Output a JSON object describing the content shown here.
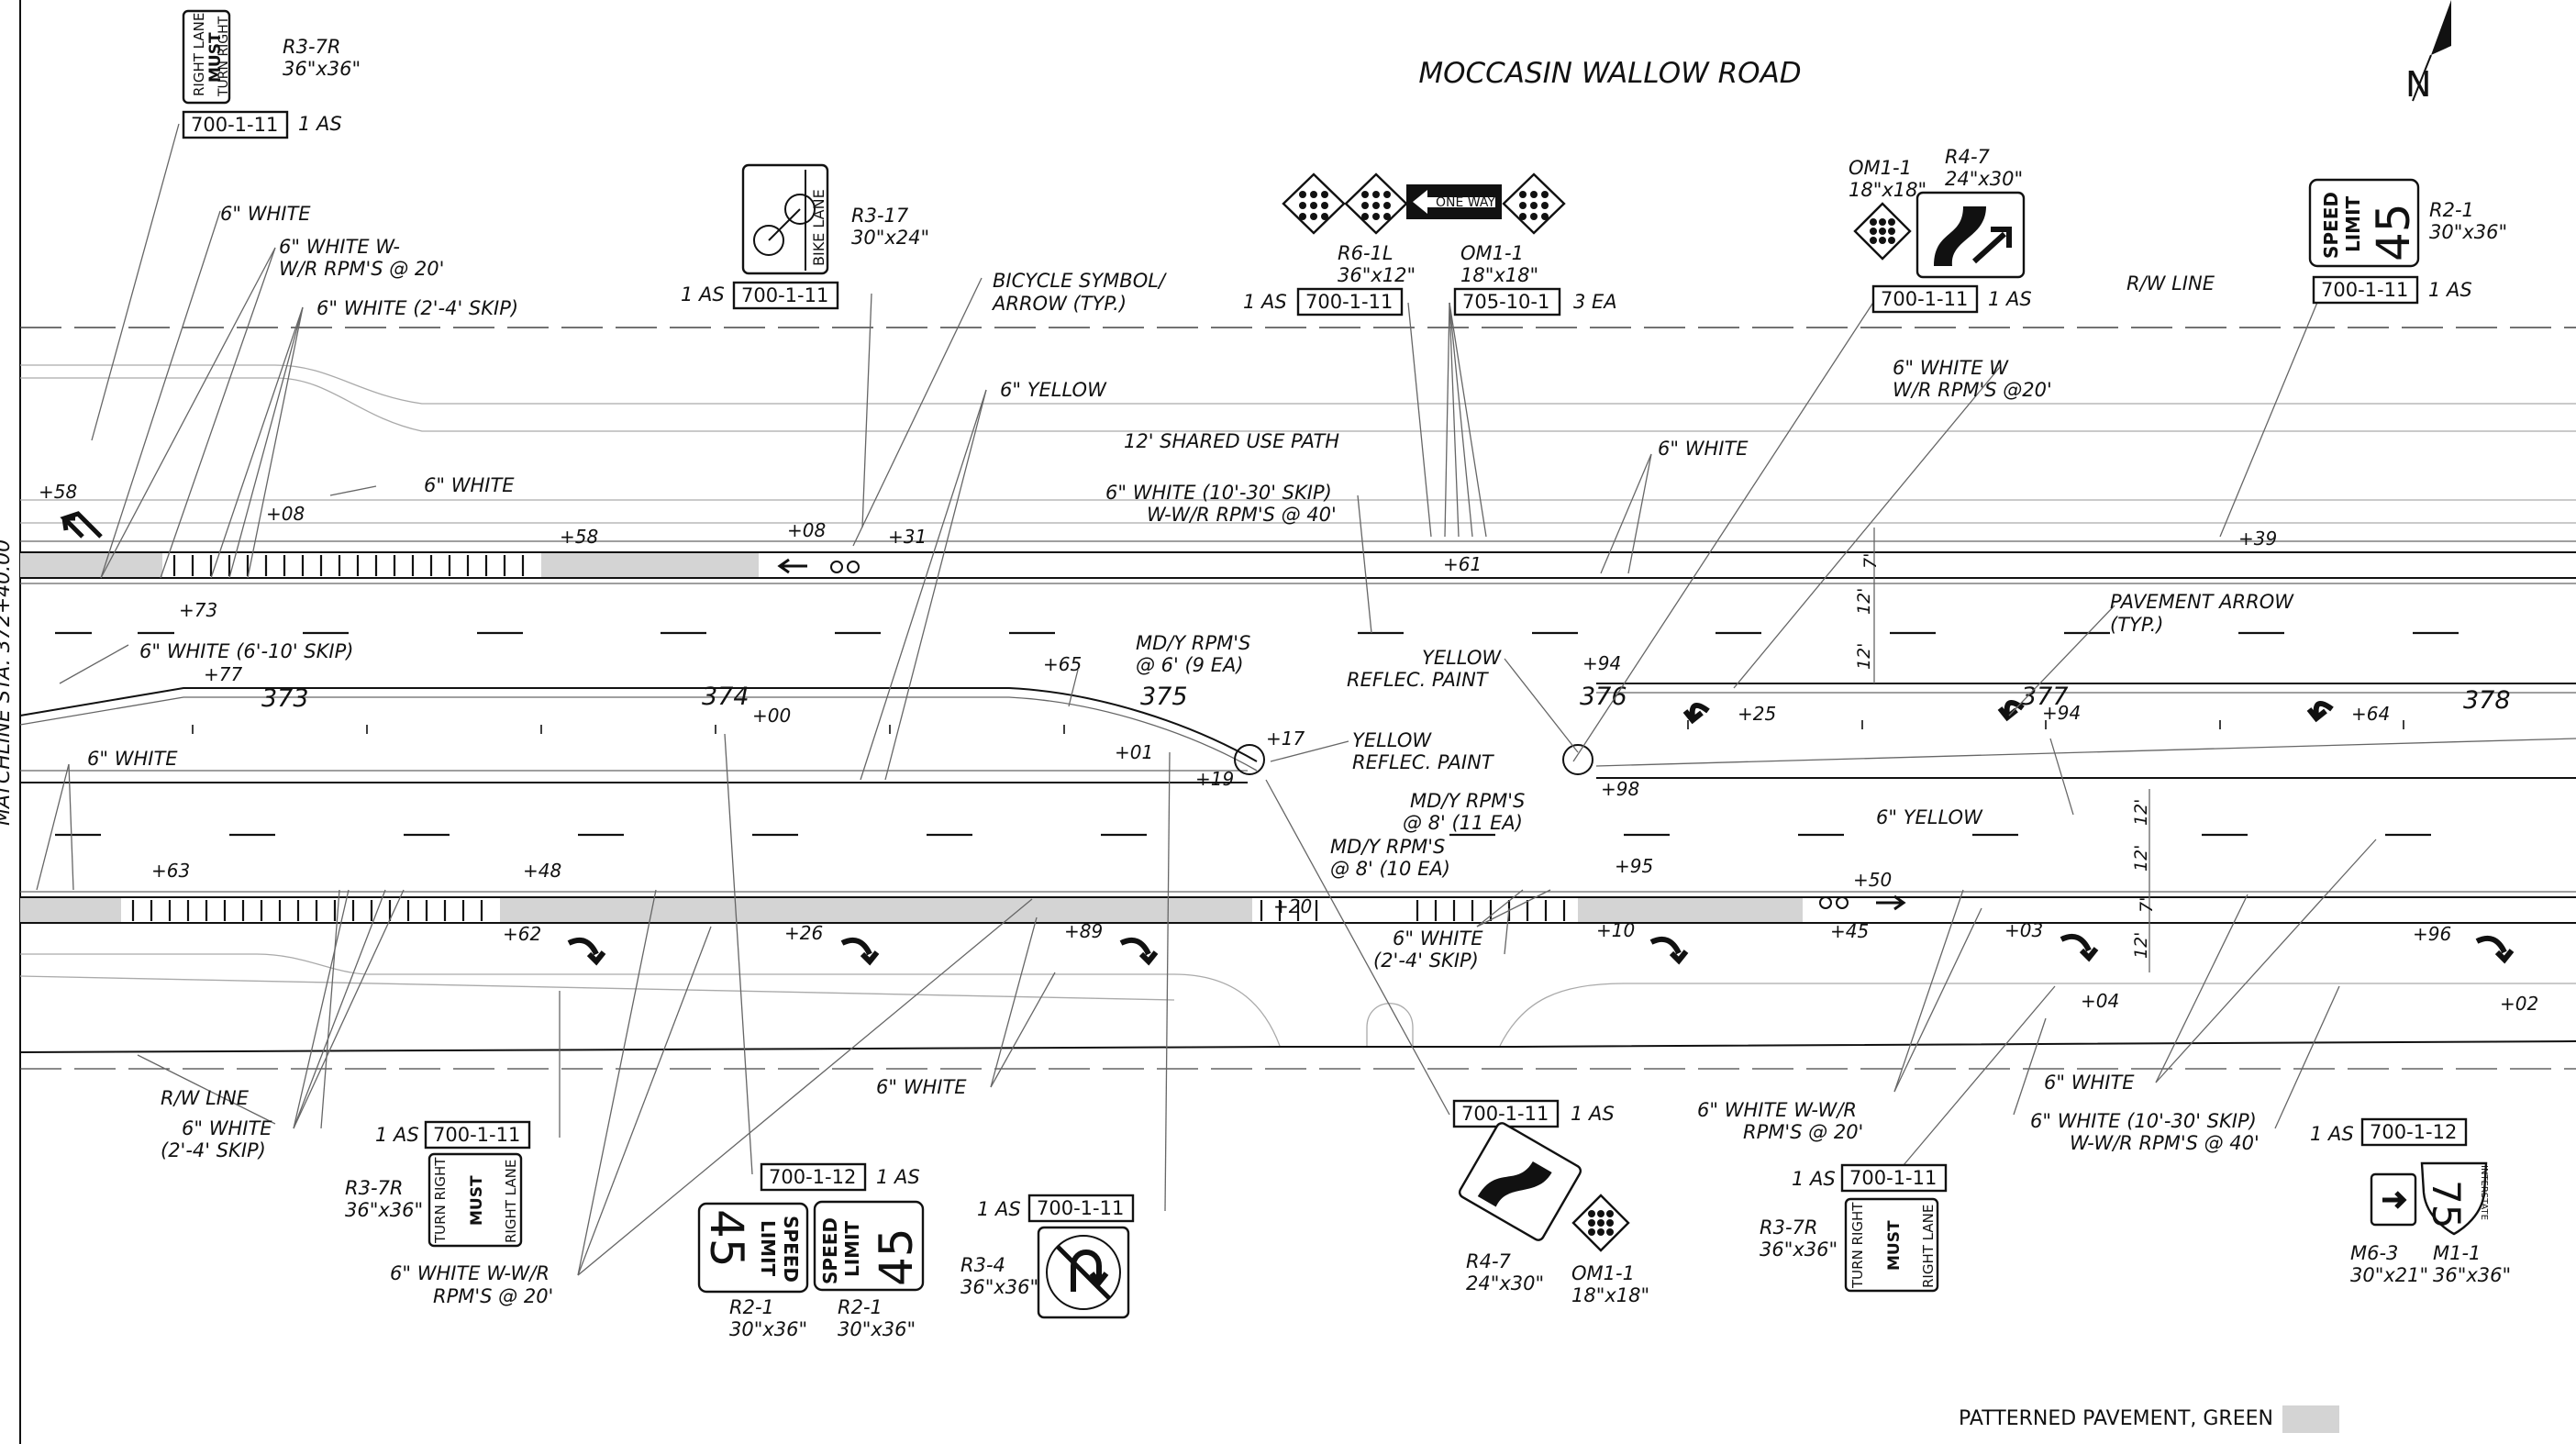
{
  "title": "MOCCASIN WALLOW ROAD",
  "matchline": "MATCHLINE STA. 372+40.00",
  "legend": {
    "label": "PATTERNED PAVEMENT, GREEN",
    "color": "#d4d4d4"
  },
  "stations": [
    "373",
    "374",
    "375",
    "376",
    "377",
    "378"
  ],
  "offsets": [
    "+58",
    "+08",
    "+58",
    "+08",
    "+31",
    "+73",
    "+77",
    "+65",
    "+00",
    "+17",
    "+01",
    "+19",
    "+61",
    "+94",
    "+25",
    "+94",
    "+64",
    "+98",
    "+39",
    "+63",
    "+48",
    "+62",
    "+26",
    "+89",
    "+20",
    "+95",
    "+50",
    "+45",
    "+10",
    "+03",
    "+96",
    "+04",
    "+02"
  ],
  "labels": {
    "white6": "6\" WHITE",
    "white_w": "6\" WHITE W-",
    "white_w2": "W/R RPM'S @ 20'",
    "white_skip24": "6\" WHITE (2'-4' SKIP)",
    "bike_symbol1": "BICYCLE SYMBOL/",
    "bike_symbol2": "ARROW (TYP.)",
    "yellow6": "6\" YELLOW",
    "shared_path": "12' SHARED USE PATH",
    "white_1030_1": "6\" WHITE (10'-30' SKIP)",
    "white_1030_2": "W-W/R RPM'S @ 40'",
    "white_610": "6\" WHITE (6'-10' SKIP)",
    "mdy_rpm6_1": "MD/Y RPM'S",
    "mdy_rpm6_2": "@ 6' (9 EA)",
    "yellow_reflec1": "YELLOW",
    "yellow_reflec2": "REFLEC. PAINT",
    "mdy_rpm8a_1": "MD/Y RPM'S",
    "mdy_rpm8a_2": "@ 8' (11 EA)",
    "mdy_rpm8b_1": "MD/Y RPM'S",
    "mdy_rpm8b_2": "@ 8' (10 EA)",
    "white_skip_b1": "6\" WHITE",
    "white_skip_b2": "(2'-4' SKIP)",
    "rw_line": "R/W LINE",
    "white_ww_r1": "6\" WHITE W",
    "white_ww_r2": "W/R RPM'S @20'",
    "pavement_arrow1": "PAVEMENT ARROW",
    "pavement_arrow2": "(TYP.)",
    "white_wwr_a": "6\" WHITE W-W/R",
    "white_wwr_b": "RPM'S @ 20'",
    "white_skip_c1": "6\" WHITE",
    "white_skip_c2": "(2'-4' SKIP)",
    "dim7": "7'",
    "dim12": "12'"
  },
  "signs": {
    "r37r": {
      "code": "R3-7R",
      "size": "36\"x36\"",
      "l1": "RIGHT LANE",
      "l2": "MUST",
      "l3": "TURN RIGHT"
    },
    "r317": {
      "code": "R3-17",
      "size": "30\"x24\"",
      "text": "BIKE LANE"
    },
    "r61l": {
      "code": "R6-1L",
      "size": "36\"x12\"",
      "text": "ONE WAY"
    },
    "om11": {
      "code": "OM1-1",
      "size": "18\"x18\""
    },
    "r47": {
      "code": "R4-7",
      "size": "24\"x30\""
    },
    "r21": {
      "code": "R2-1",
      "size": "30\"x36\"",
      "l1": "SPEED",
      "l2": "LIMIT",
      "value": "45"
    },
    "r34": {
      "code": "R3-4",
      "size": "36\"x36\""
    },
    "m63": {
      "code": "M6-3",
      "size": "30\"x21\""
    },
    "m11": {
      "code": "M1-1",
      "size": "36\"x36\"",
      "value": "75",
      "label": "INTERSTATE"
    }
  },
  "pay_items": {
    "p700111": "700-1-11",
    "p700112": "700-1-12",
    "p705101": "705-10-1",
    "as1": "1 AS",
    "ea3": "3 EA"
  }
}
